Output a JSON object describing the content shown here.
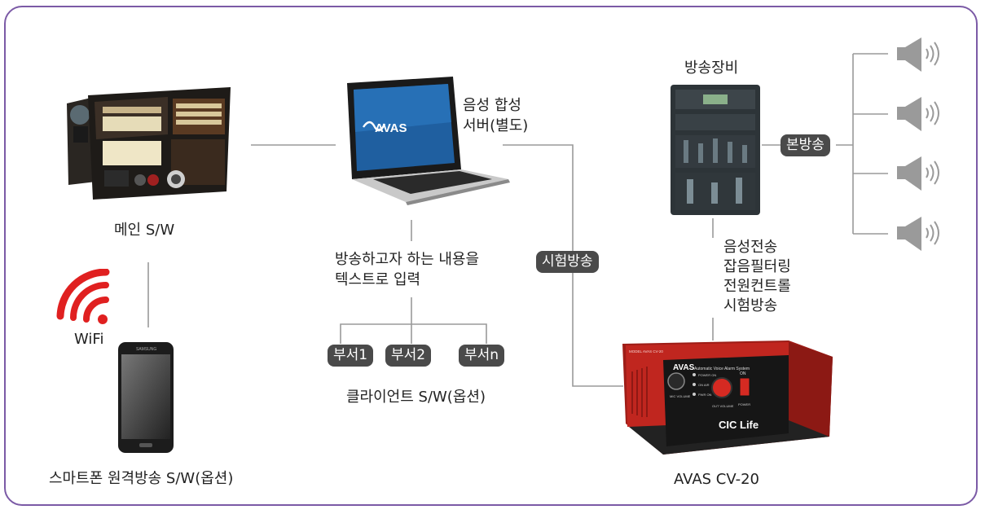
{
  "nodes": {
    "main_sw": "메인 S/W",
    "tts_server_line1": "음성 합성",
    "tts_server_line2": "서버(별도)",
    "input_line1": "방송하고자 하는 내용을",
    "input_line2": "텍스트로 입력",
    "client_sw": "클라이언트 S/W(옵션)",
    "wifi": "WiFi",
    "smartphone_sw": "스마트폰 원격방송 S/W(옵션)",
    "broadcast_equipment": "방송장비",
    "device": "AVAS CV-20",
    "device_functions": [
      "음성전송",
      "잡음필터링",
      "전원컨트롤",
      "시험방송"
    ]
  },
  "departments": [
    "부서1",
    "부서2",
    "부서n"
  ],
  "badges": {
    "test_broadcast": "시험방송",
    "main_broadcast": "본방송"
  },
  "device_panel": {
    "brand": "AVAS",
    "subtitle": "Automatic Voice Alarm System",
    "maker": "CIC Life",
    "power_on": "ON",
    "power": "POWER",
    "model": "MODEL AVAS CV-20",
    "knob1": "MIC VOLUME",
    "knob2": "OUT VOLUME",
    "lamp1": "POWER ON",
    "lamp2": "ON AIR",
    "lamp3": "PWR ON"
  },
  "laptop_brand": "AVAS",
  "phone_brand": "SAMSUNG",
  "colors": {
    "frame": "#7b5aa6",
    "badge": "#4a4a4a",
    "wifi": "#e02020",
    "device_red": "#c0261f",
    "line": "#9a9a9a"
  }
}
